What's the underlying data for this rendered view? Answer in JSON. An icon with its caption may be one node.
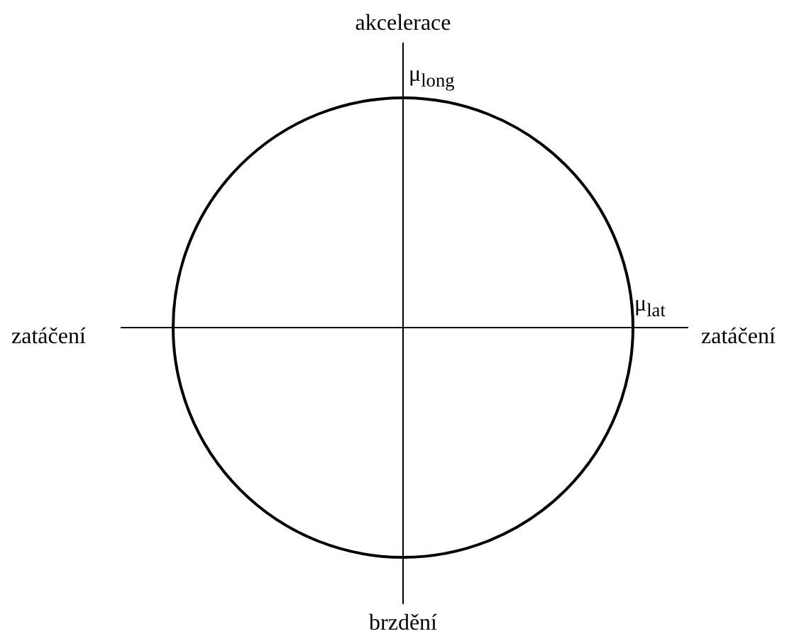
{
  "diagram": {
    "labels": [
      "akcelerace",
      "μ$_{long}$",
      "zatáčení",
      "μ$_{lat}$",
      "zatáčení",
      "brzdění"
    ]
  }
}
